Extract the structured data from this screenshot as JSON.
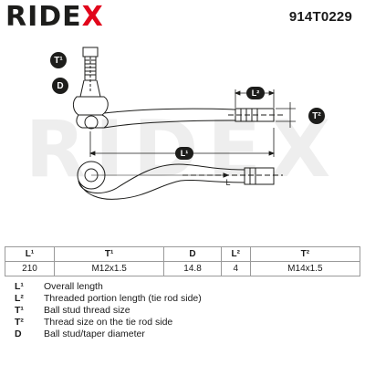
{
  "header": {
    "logo_text": "RIDEX",
    "part_number": "914T0229"
  },
  "drawing": {
    "callouts": [
      "T¹",
      "D",
      "T²"
    ],
    "dimension_labels": [
      "L²",
      "L¹",
      "L"
    ]
  },
  "specs_table": {
    "headers": [
      "L¹",
      "T¹",
      "D",
      "L²",
      "T²"
    ],
    "values": [
      "210",
      "M12x1.5",
      "14.8",
      "4",
      "M14x1.5"
    ]
  },
  "legend": [
    {
      "key": "L¹",
      "text": "Overall length"
    },
    {
      "key": "L²",
      "text": "Threaded portion length (tie rod side)"
    },
    {
      "key": "T¹",
      "text": "Ball stud thread size"
    },
    {
      "key": "T²",
      "text": "Thread size on the tie rod side"
    },
    {
      "key": "D",
      "text": "Ball stud/taper diameter"
    }
  ],
  "colors": {
    "brand_red": "#e1061b",
    "ink": "#1d1d1b"
  }
}
